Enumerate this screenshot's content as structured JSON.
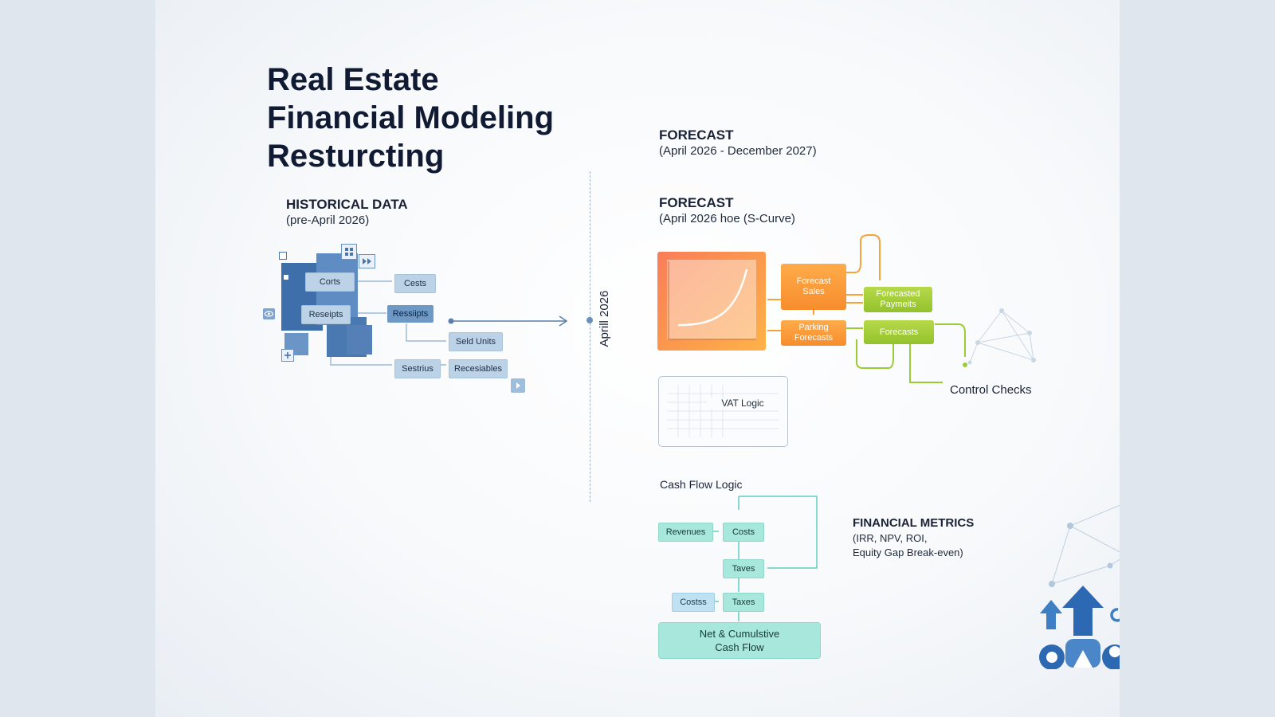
{
  "title_lines": [
    "Real Estate",
    "Financial Modeling",
    "Resturcting"
  ],
  "historical": {
    "heading": "HISTORICAL DATA",
    "subheading": "(pre-April 2026)",
    "items": [
      "Corts",
      "Cests",
      "Reseipts",
      "Ressiipts",
      "Seld Units",
      "Sestrius",
      "Recesiables"
    ]
  },
  "divider_label": "Aprill 2026",
  "forecast_top": {
    "heading": "FORECAST",
    "subheading": "(April 2026 - December 2027)"
  },
  "forecast_mid": {
    "heading": "FORECAST",
    "subheading": "(April 2026 hoe (S-Curve)"
  },
  "forecast_boxes": {
    "sales": [
      "Forecast",
      "Sales"
    ],
    "parking": [
      "Parking",
      "Forecasts"
    ],
    "payments": [
      "Forecasted",
      "Paymeits"
    ],
    "forecasts": "Forecasts"
  },
  "control_checks": "Control Checks",
  "vat_logic": "VAT Logic",
  "cash_flow": {
    "heading": "Cash Flow Logic",
    "revenues": "Revenues",
    "costs": "Costs",
    "taves": "Taves",
    "costss": "Costss",
    "taxes": "Taxes",
    "net_lines": [
      "Net & Cumulstive",
      "Cash Flow"
    ]
  },
  "metrics": {
    "heading": "FINANCIAL METRICS",
    "lines": [
      "(IRR, NPV, ROI,",
      "Equity Gap Break-even)"
    ]
  },
  "colors": {
    "accent_orange": "#f7902e",
    "accent_green": "#9ac832",
    "accent_teal": "#a7e7dc",
    "accent_blue": "#6e98c6",
    "logo_blue": "#2d69b3"
  },
  "icons": [
    "building-blocks-icon",
    "grid-icon",
    "fast-forward-icon",
    "eye-icon",
    "plus-icon",
    "play-icon",
    "growth-logo-icon",
    "network-graph-icon"
  ]
}
